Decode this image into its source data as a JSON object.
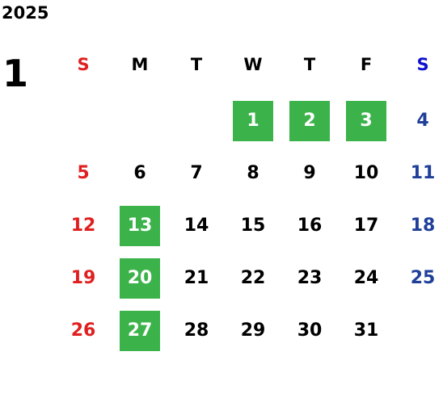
{
  "calendar": {
    "year": "2025",
    "month": "1",
    "weekdays": [
      "S",
      "M",
      "T",
      "W",
      "T",
      "F",
      "S"
    ],
    "weekday_colors": [
      "#e02020",
      "#000000",
      "#000000",
      "#000000",
      "#000000",
      "#000000",
      "#1010d0"
    ],
    "first_weekday_index": 3,
    "days_in_month": 31,
    "highlighted_days": [
      1,
      2,
      3,
      13,
      20,
      27
    ],
    "colors": {
      "sunday": "#e02020",
      "saturday": "#1f3f99",
      "weekday": "#000000",
      "highlight_bg": "#3cb34a",
      "highlight_text": "#ffffff"
    }
  }
}
